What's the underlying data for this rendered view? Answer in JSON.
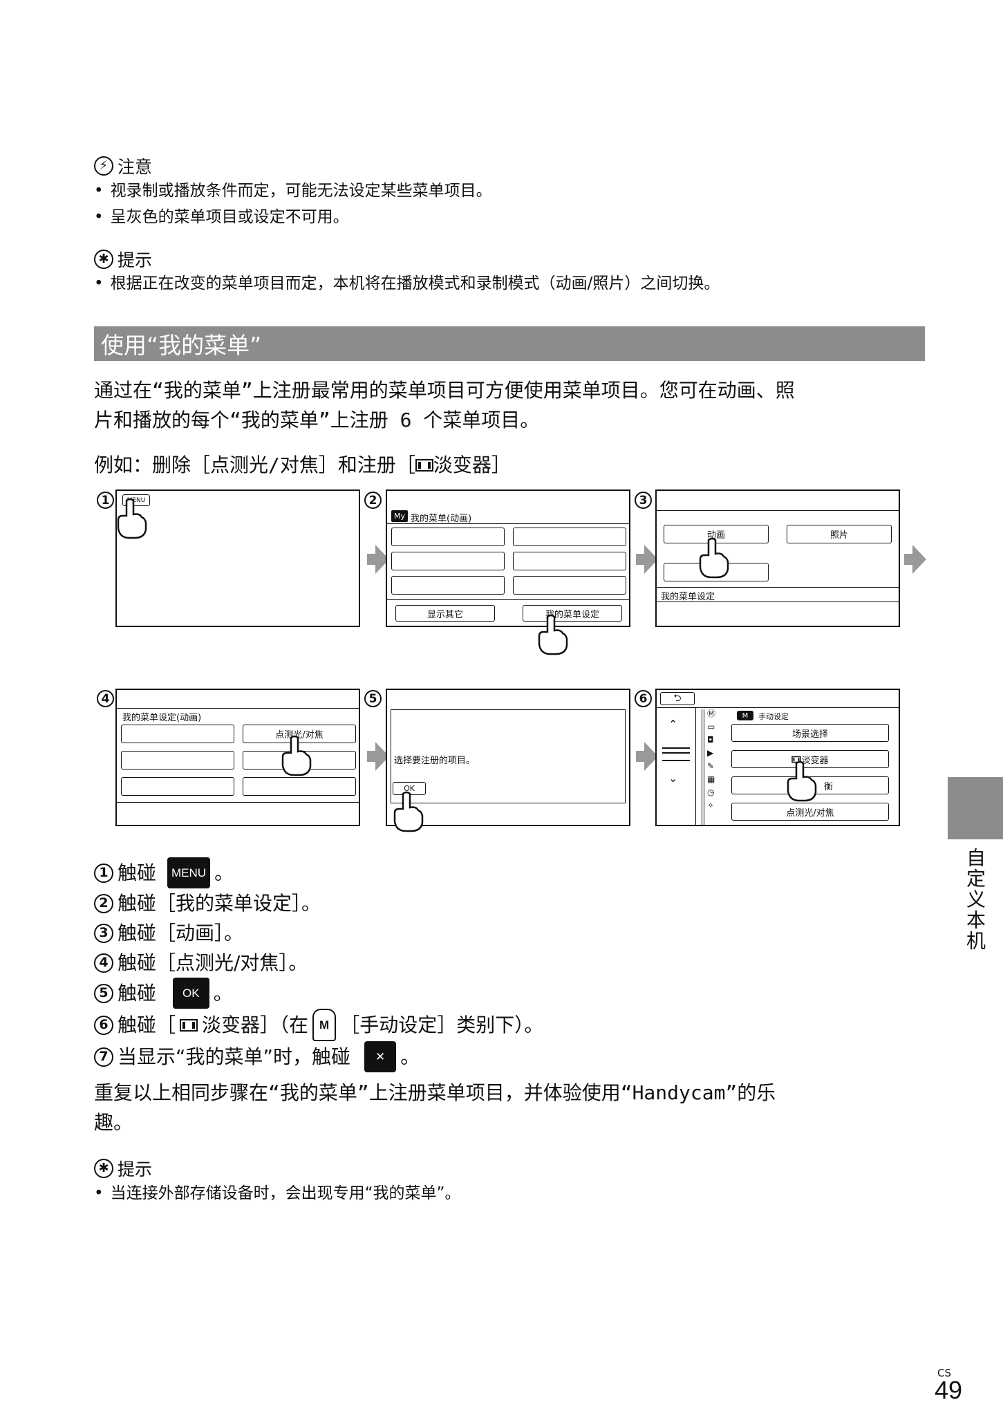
{
  "note": {
    "heading": "注意",
    "items": [
      "视录制或播放条件而定，可能无法设定某些菜单项目。",
      "呈灰色的菜单项目或设定不可用。"
    ]
  },
  "tip1": {
    "heading": "提示",
    "items": [
      "根据正在改变的菜单项目而定，本机将在播放模式和录制模式（动画/照片）之间切换。"
    ]
  },
  "section": {
    "title": "使用“我的菜单”"
  },
  "intro": {
    "line1": "通过在“我的菜单”上注册最常用的菜单项目可方便使用菜单项目。您可在动画、照",
    "line2": "片和播放的每个“我的菜单”上注册 6 个菜单项目。"
  },
  "example": {
    "prefix": "例如：删除［点测光/对焦］和注册［",
    "suffix": "淡变器］"
  },
  "screens": {
    "s1": {
      "num": "1",
      "menu_btn": "MENU"
    },
    "s2": {
      "num": "2",
      "my_icon": "My",
      "title": "我的菜单(动画)",
      "btn_show_other": "显示其它",
      "btn_settings": "我的菜单设定"
    },
    "s3": {
      "num": "3",
      "btn_movie": "动画",
      "btn_photo": "照片",
      "footer": "我的菜单设定"
    },
    "s4": {
      "num": "4",
      "title": "我的菜单设定(动画)",
      "btn_spot": "点测光/对焦"
    },
    "s5": {
      "num": "5",
      "text": "选择要注册的项目。",
      "btn_ok": "OK"
    },
    "s6": {
      "num": "6",
      "m_icon": "M",
      "category": "手动设定",
      "items": [
        "场景选择",
        "淡变器",
        "衡",
        "点测光/对焦"
      ]
    }
  },
  "steps": [
    {
      "num": "1",
      "pre": "触碰",
      "chip": "MENU",
      "post": "。"
    },
    {
      "num": "2",
      "text": "触碰［我的菜单设定］。"
    },
    {
      "num": "3",
      "text": "触碰［动画］。"
    },
    {
      "num": "4",
      "text": "触碰［点测光/对焦］。"
    },
    {
      "num": "5",
      "pre": "触碰",
      "chip": "OK",
      "post": "。"
    },
    {
      "num": "6",
      "pre": "触碰［",
      "mid": "淡变器］（在",
      "m_icon": "M",
      "post": "［手动设定］类别下）。"
    },
    {
      "num": "7",
      "pre": "当显示“我的菜单”时，触碰",
      "chip": "✕",
      "post": "。"
    }
  ],
  "closing": {
    "line1": "重复以上相同步骤在“我的菜单”上注册菜单项目，并体验使用“Handycam”的乐",
    "line2": "趣。"
  },
  "tip2": {
    "heading": "提示",
    "items": [
      "当连接外部存储设备时，会出现专用“我的菜单”。"
    ]
  },
  "side": {
    "label": "自定义本机"
  },
  "footer": {
    "lang": "CS",
    "page": "49"
  }
}
